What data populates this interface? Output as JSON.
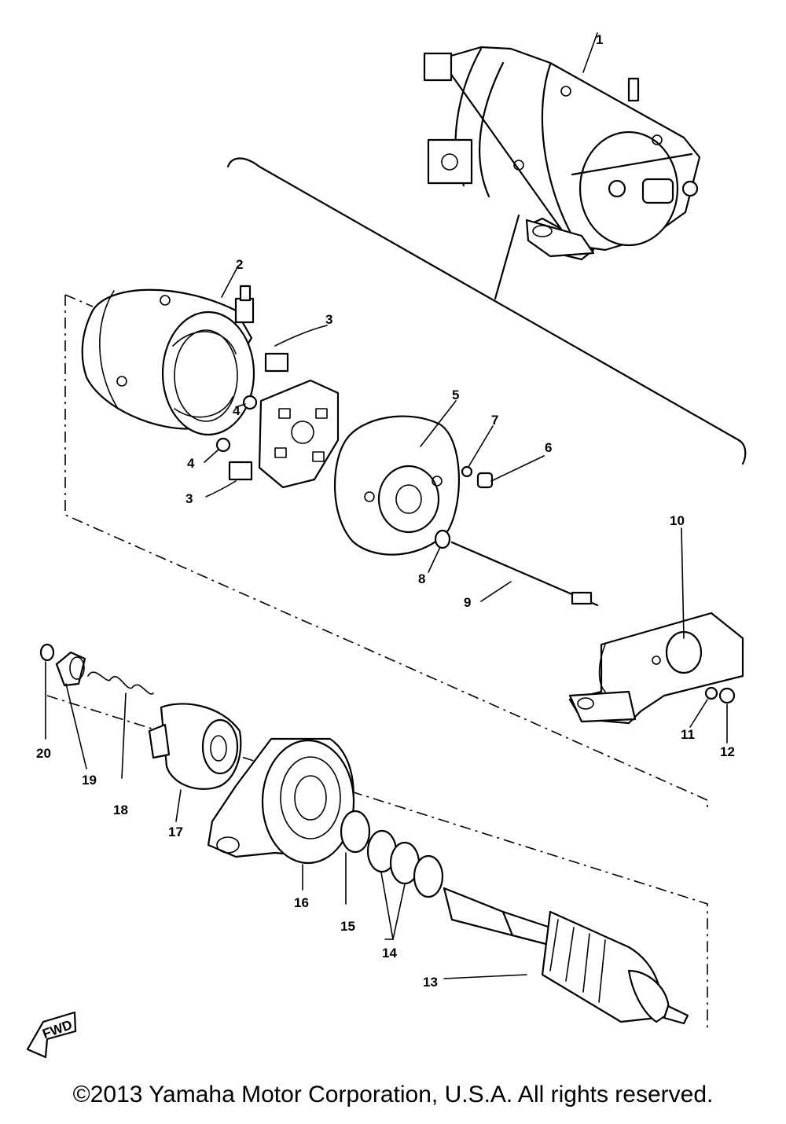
{
  "diagram": {
    "callouts": [
      "1",
      "2",
      "3",
      "3",
      "4",
      "4",
      "5",
      "6",
      "7",
      "8",
      "9",
      "10",
      "11",
      "12",
      "13",
      "14",
      "15",
      "16",
      "17",
      "18",
      "19",
      "20"
    ],
    "front_marker": "FWD"
  },
  "copyright": "©2013 Yamaha Motor Corporation, U.S.A. All rights reserved."
}
